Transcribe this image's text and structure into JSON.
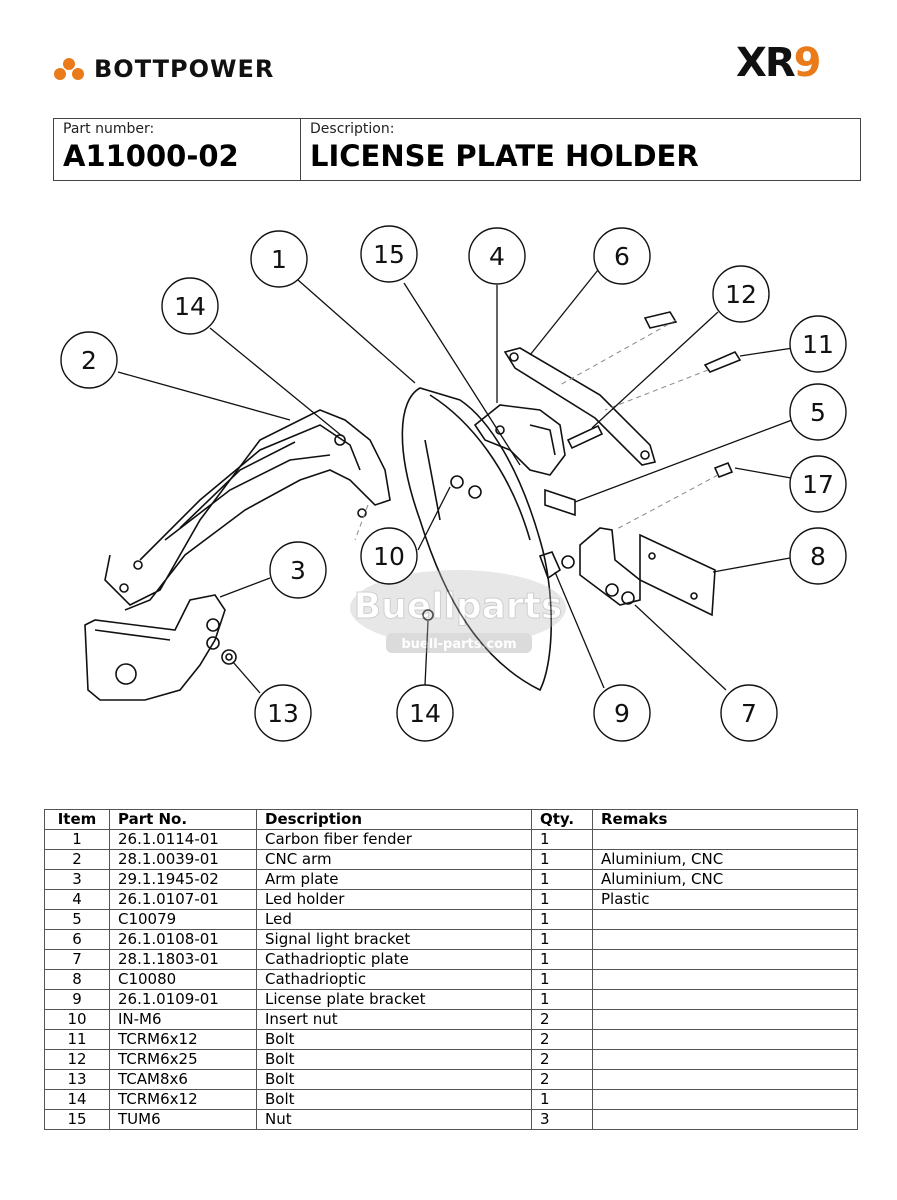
{
  "brand_left": {
    "name": "BOTTPOWER",
    "colors": {
      "dots": "#e97b1b",
      "text": "#111111"
    }
  },
  "brand_right": {
    "name_prefix": "XR",
    "name_suffix": "9",
    "colors": {
      "prefix": "#111111",
      "suffix": "#e97b1b"
    }
  },
  "header": {
    "part_number_label": "Part number:",
    "part_number": "A11000-02",
    "description_label": "Description:",
    "description": "LICENSE PLATE HOLDER"
  },
  "diagram": {
    "callouts": [
      "1",
      "15",
      "4",
      "6",
      "12",
      "11",
      "14",
      "2",
      "5",
      "17",
      "3",
      "10",
      "8",
      "13",
      "14",
      "9",
      "7"
    ],
    "watermark": {
      "title": "Buellparts",
      "url": "buell-parts.com"
    }
  },
  "parts_table": {
    "headers": {
      "item": "Item",
      "part_no": "Part No.",
      "description": "Description",
      "qty": "Qty.",
      "remarks": "Remaks"
    },
    "rows": [
      {
        "item": "1",
        "part_no": "26.1.0114-01",
        "description": "Carbon fiber fender",
        "qty": "1",
        "remarks": ""
      },
      {
        "item": "2",
        "part_no": "28.1.0039-01",
        "description": "CNC arm",
        "qty": "1",
        "remarks": "Aluminium, CNC"
      },
      {
        "item": "3",
        "part_no": "29.1.1945-02",
        "description": "Arm plate",
        "qty": "1",
        "remarks": "Aluminium, CNC"
      },
      {
        "item": "4",
        "part_no": "26.1.0107-01",
        "description": "Led holder",
        "qty": "1",
        "remarks": "Plastic"
      },
      {
        "item": "5",
        "part_no": "C10079",
        "description": "Led",
        "qty": "1",
        "remarks": ""
      },
      {
        "item": "6",
        "part_no": "26.1.0108-01",
        "description": "Signal light bracket",
        "qty": "1",
        "remarks": ""
      },
      {
        "item": "7",
        "part_no": "28.1.1803-01",
        "description": "Cathadrioptic plate",
        "qty": "1",
        "remarks": ""
      },
      {
        "item": "8",
        "part_no": "C10080",
        "description": "Cathadrioptic",
        "qty": "1",
        "remarks": ""
      },
      {
        "item": "9",
        "part_no": "26.1.0109-01",
        "description": "License plate bracket",
        "qty": "1",
        "remarks": ""
      },
      {
        "item": "10",
        "part_no": "IN-M6",
        "description": "Insert nut",
        "qty": "2",
        "remarks": ""
      },
      {
        "item": "11",
        "part_no": "TCRM6x12",
        "description": "Bolt",
        "qty": "2",
        "remarks": ""
      },
      {
        "item": "12",
        "part_no": "TCRM6x25",
        "description": "Bolt",
        "qty": "2",
        "remarks": ""
      },
      {
        "item": "13",
        "part_no": "TCAM8x6",
        "description": "Bolt",
        "qty": "2",
        "remarks": ""
      },
      {
        "item": "14",
        "part_no": "TCRM6x12",
        "description": "Bolt",
        "qty": "1",
        "remarks": ""
      },
      {
        "item": "15",
        "part_no": "TUM6",
        "description": "Nut",
        "qty": "3",
        "remarks": ""
      }
    ]
  }
}
